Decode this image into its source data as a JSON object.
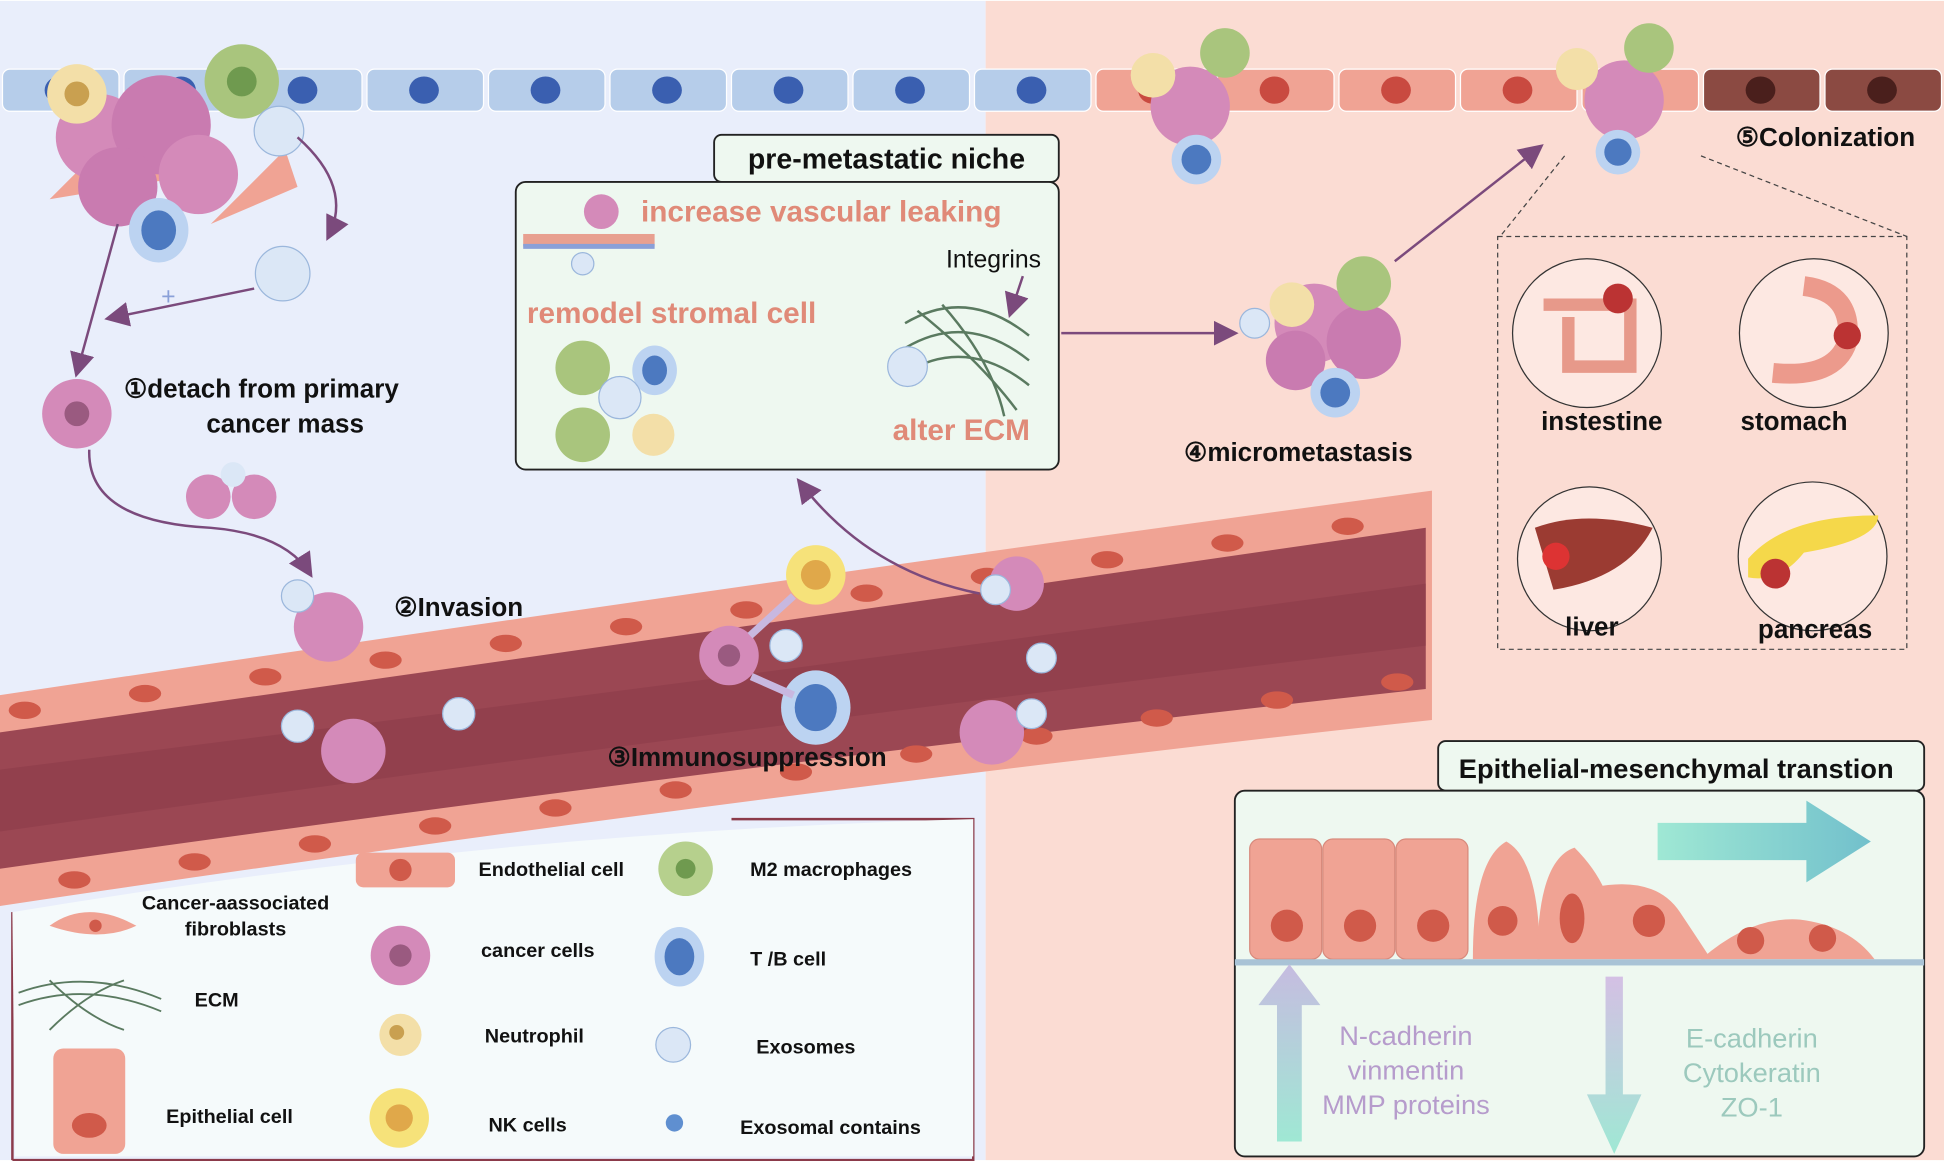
{
  "steps": {
    "step1_line1": "①detach from primary",
    "step1_line2": "cancer mass",
    "step2": "②Invasion",
    "step3": "③Immunosuppression",
    "step4": "④micrometastasis",
    "step5": "⑤Colonization"
  },
  "niche": {
    "title": "pre-metastatic niche",
    "vascular": "increase vascular leaking",
    "stromal": "remodel stromal cell",
    "integrins": "Integrins",
    "ecm": "alter ECM"
  },
  "organs": [
    {
      "label": "instestine",
      "icon": "intestine-icon"
    },
    {
      "label": "stomach",
      "icon": "stomach-icon"
    },
    {
      "label": "liver",
      "icon": "liver-icon"
    },
    {
      "label": "pancreas",
      "icon": "pancreas-icon"
    }
  ],
  "emt": {
    "title": "Epithelial-mesenchymal transtion",
    "up": [
      "N-cadherin",
      "vinmentin",
      "MMP proteins"
    ],
    "down": [
      "E-cadherin",
      "Cytokeratin",
      "ZO-1"
    ]
  },
  "legend": {
    "caf_line1": "Cancer-aassociated",
    "caf_line2": "fibroblasts",
    "ecm": "ECM",
    "epithelial": "Epithelial cell",
    "endothelial": "Endothelial cell",
    "cancer": "cancer cells",
    "neutrophil": "Neutrophil",
    "nk": "NK cells",
    "m2": "M2 macrophages",
    "tb": "T /B cell",
    "exosomes": "Exosomes",
    "exosomal_contains": "Exosomal contains"
  },
  "colors": {
    "left_bg": "#e9eefb",
    "right_bg": "#fbdcd3",
    "vessel_lumen": "#9b4753",
    "endothelial": "#f0a394",
    "niche_text": "#e08a78",
    "emt_up_text": "#b69ccc",
    "emt_down_text": "#9cc9bd",
    "arrow": "#7b4a7c"
  }
}
